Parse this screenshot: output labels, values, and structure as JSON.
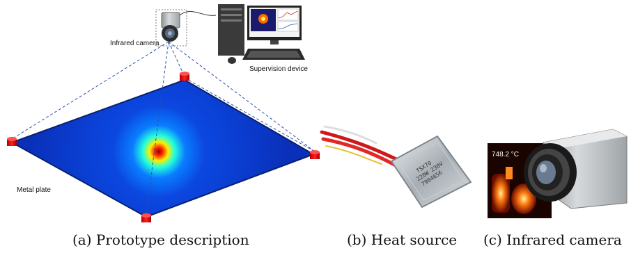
{
  "panels": [
    {
      "caption": "(a) Prototype description",
      "labels": {
        "infrared_camera": "Infrared camera",
        "supervision_device": "Supervision device",
        "metal_plate": "Metal plate"
      }
    },
    {
      "caption": "(b) Heat source",
      "component_text": [
        "TSX70",
        "220W 230V",
        "7904656"
      ]
    },
    {
      "caption": "(c) Infrared camera",
      "temperature_readout": "748.2 °C"
    }
  ]
}
